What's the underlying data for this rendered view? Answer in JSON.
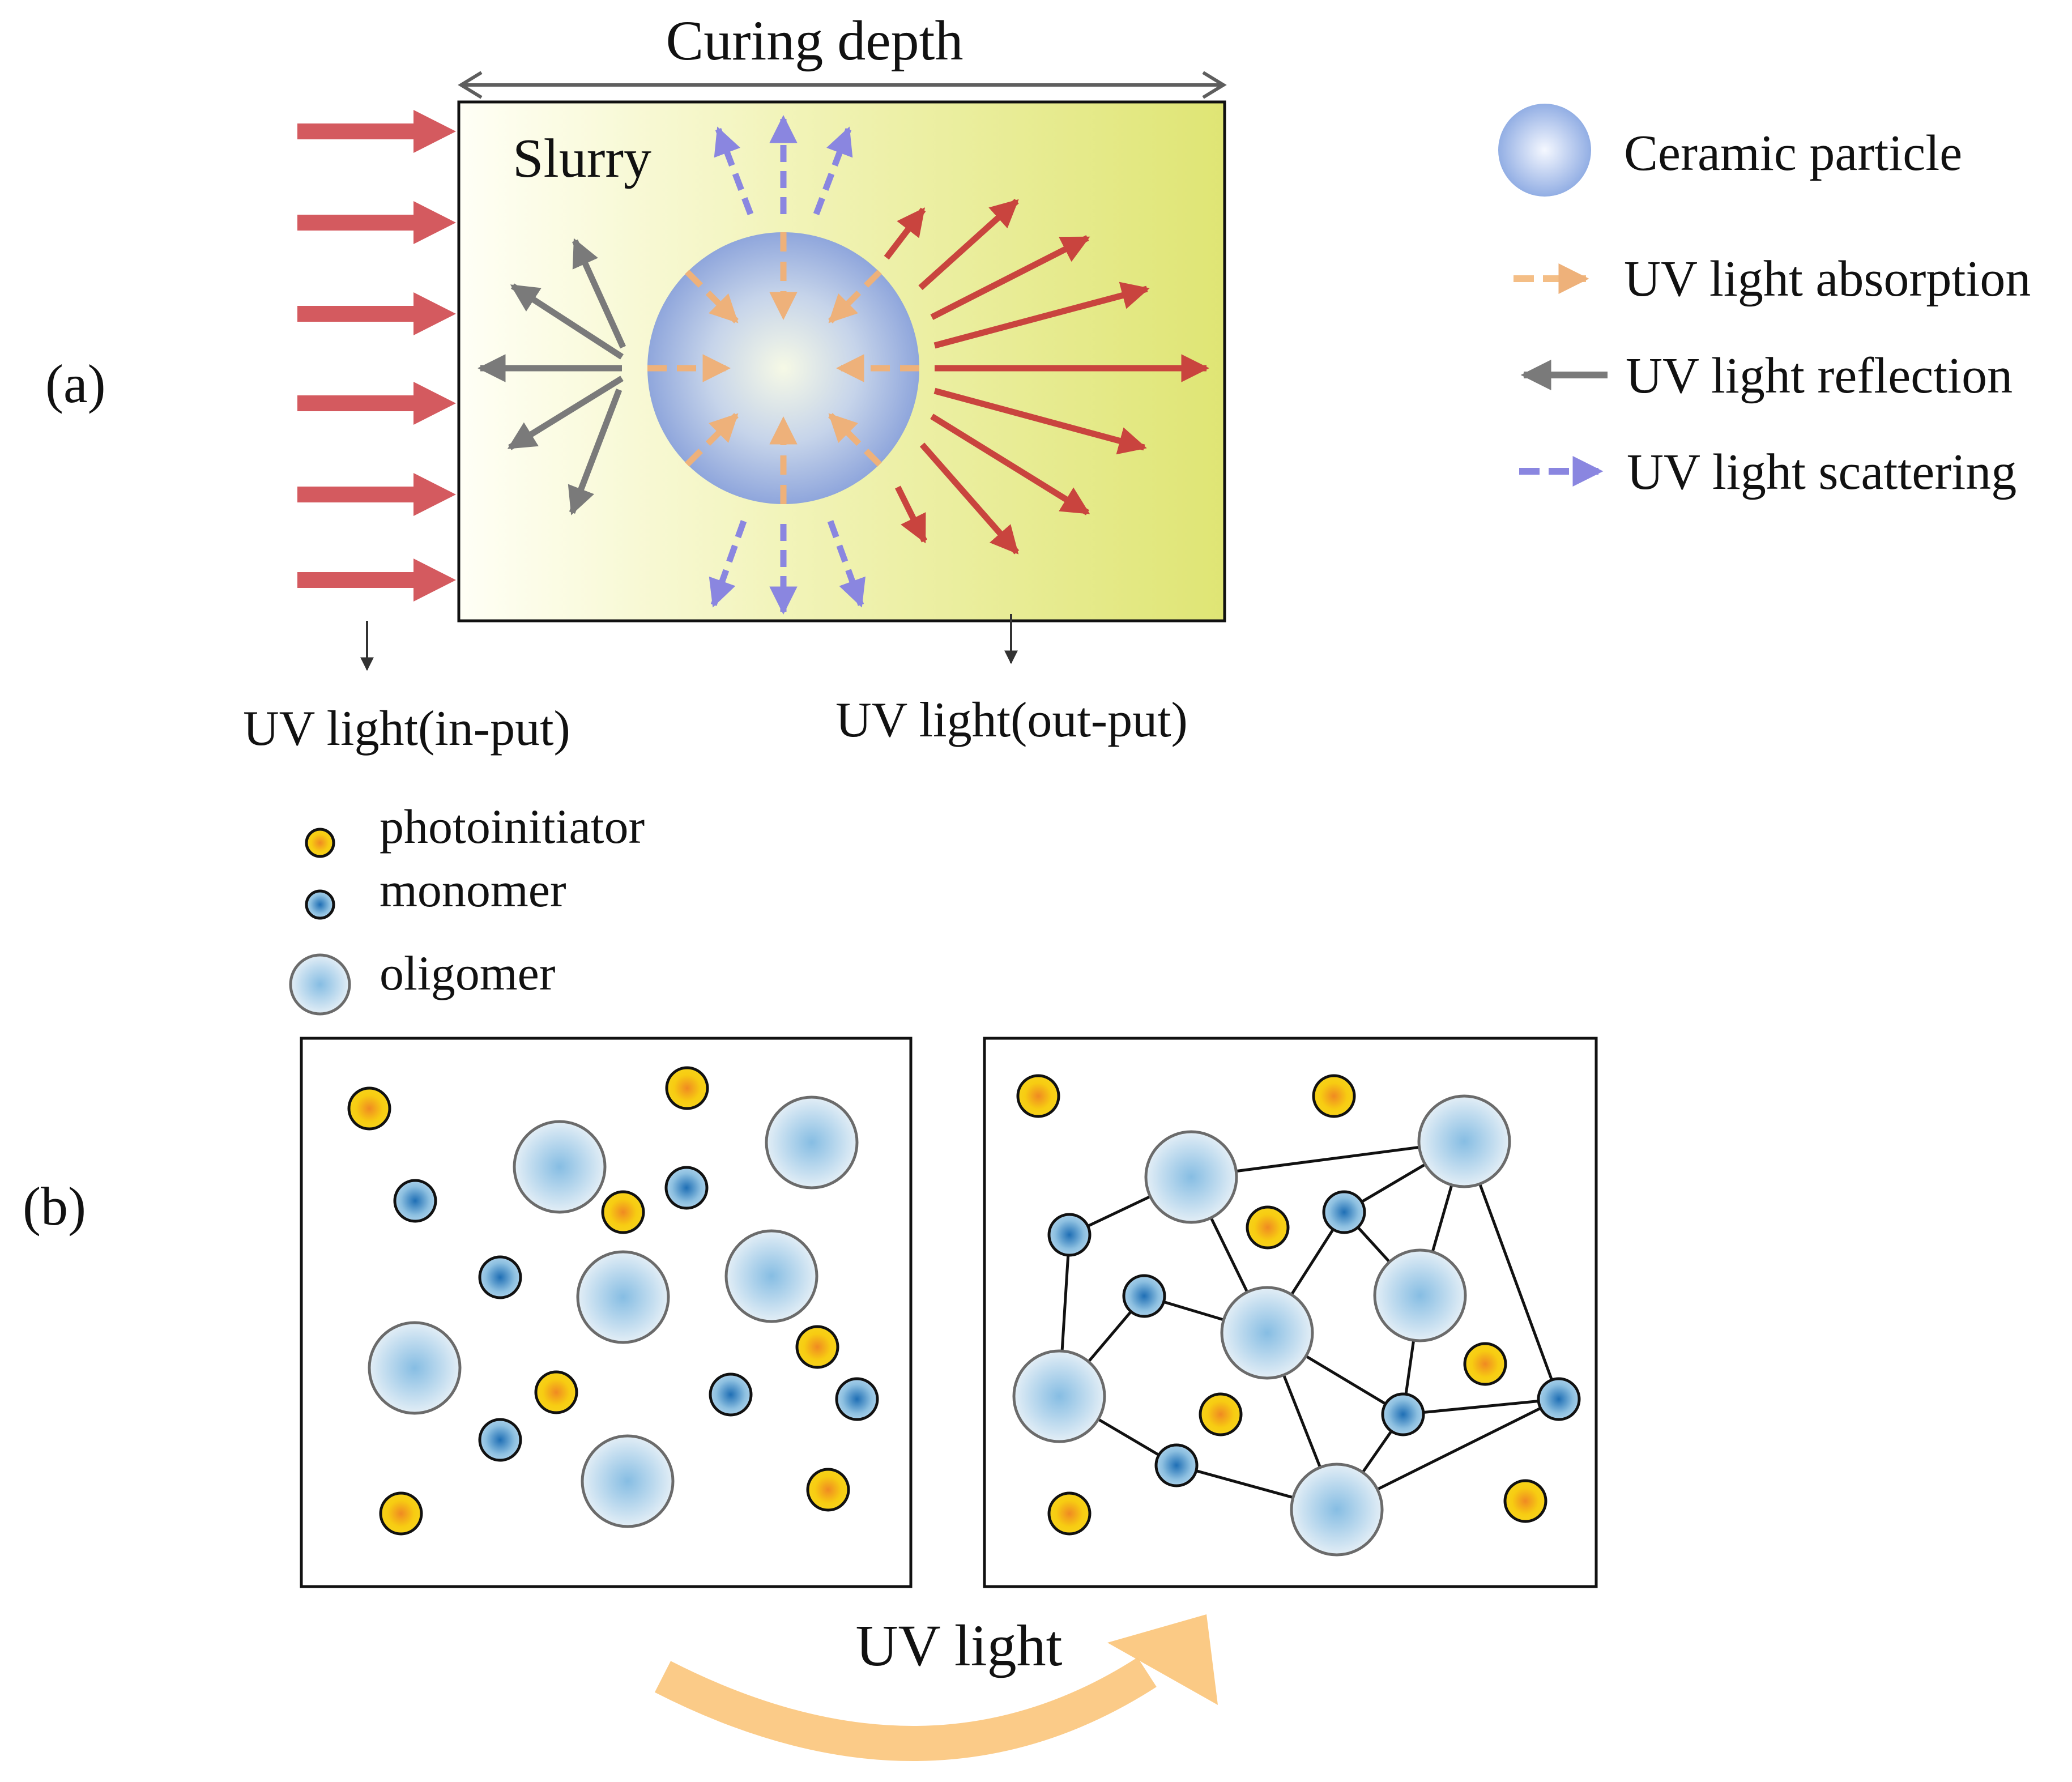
{
  "panel_a": {
    "label": "(a)",
    "curing_depth_label": "Curing depth",
    "slurry_label": "Slurry",
    "input_label": "UV light(in-put)",
    "output_label": "UV light(out-put)",
    "legend": {
      "ceramic_particle": "Ceramic particle",
      "absorption": "UV light absorption",
      "reflection": "UV light reflection",
      "scattering": "UV light scattering"
    }
  },
  "panel_b": {
    "label": "(b)",
    "legend": {
      "photoinitiator": "photoinitiator",
      "monomer": "monomer",
      "oligomer": "oligomer"
    },
    "uv_light_label": "UV light"
  },
  "colors": {
    "input_arrow": "#d45a5f",
    "output_arrow": "#c9443e",
    "reflection_arrow": "#7a7a7a",
    "absorption_arrow": "#f4be86",
    "scattering_arrow": "#8a86e0",
    "slurry_start": "#fffff6",
    "slurry_end": "#dfe574",
    "particle_center": "#f6f9e6",
    "particle_edge": "#8fa6dc",
    "photoinitiator": "#f7cc12",
    "monomer": "#2b79bb",
    "oligomer": "#9bc3e2",
    "curve_arrow": "#fbc77e"
  },
  "icons": {
    "input_arrows": "right-arrow-icon",
    "reflection": "arrow-left-icon",
    "absorption": "dashed-arrow-right-icon",
    "scattering": "dashed-arrow-right-icon",
    "curve": "curved-arrow-icon"
  }
}
